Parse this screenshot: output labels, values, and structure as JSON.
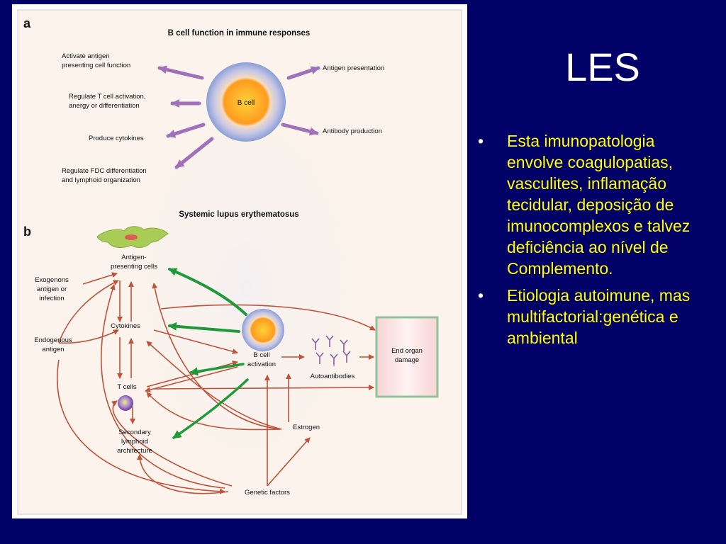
{
  "slide": {
    "title": "LES",
    "bullets": [
      "Esta imunopatologia envolve coagulopatias, vasculites, inflamação tecidular, deposição de imunocomplexos e talvez deficiência ao nível de Complemento.",
      "Etiologia autoimune, mas multifactorial:genética e ambiental"
    ],
    "bullet_glyph": "•"
  },
  "figure": {
    "panel_a": {
      "letter": "a",
      "title": "B cell function in immune responses",
      "center": "B cell",
      "left_items": [
        [
          "Activate antigen",
          "presenting cell function"
        ],
        [
          "Regulate T cell activation,",
          "anergy or differentiation"
        ],
        [
          "Produce cytokines"
        ],
        [
          "Regulate FDC differentiation",
          "and lymphoid organization"
        ]
      ],
      "right_items": [
        "Antigen presentation",
        "Antibody production"
      ]
    },
    "panel_b": {
      "letter": "b",
      "title": "Systemic lupus erythematosus",
      "nodes": {
        "apc": [
          "Antigen-",
          "presenting cells"
        ],
        "exogenous": [
          "Exogenons",
          "antigen or",
          "infection"
        ],
        "endogenous": [
          "Endogenous",
          "antigen"
        ],
        "cytokines": [
          "Cytokines"
        ],
        "bcell": [
          "B cell",
          "activation"
        ],
        "tcells": [
          "T cells"
        ],
        "autoantibodies": [
          "Autoantibodies"
        ],
        "organ": [
          "End organ",
          "damage"
        ],
        "secondary": [
          "Secondary",
          "lymphoid",
          "architecture"
        ],
        "estrogen": [
          "Estrogen"
        ],
        "genetic": [
          "Genetic factors"
        ]
      }
    },
    "colors": {
      "background": "#000066",
      "figure_bg": "#fbf3ec",
      "purple_arrow": "#a070b8",
      "red_arrow": "#c0523a",
      "green_arrow": "#1f9a3a",
      "bullet_text": "#ffff00",
      "title_text": "#ffffff"
    }
  }
}
